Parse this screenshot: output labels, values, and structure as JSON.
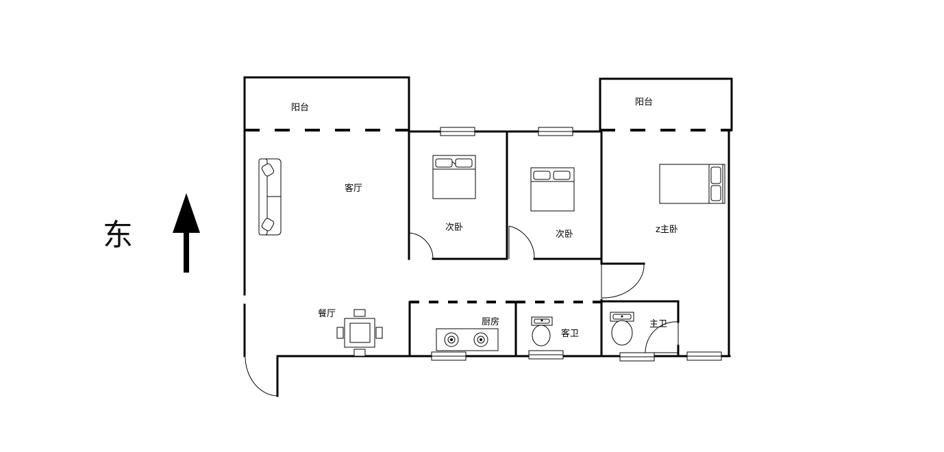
{
  "compass": {
    "direction": "东"
  },
  "rooms": {
    "balcony_left": "阳台",
    "balcony_right": "阳台",
    "living_room": "客厅",
    "bedroom_2a": "次卧",
    "bedroom_2b": "次卧",
    "master_bedroom": "z主卧",
    "dining_room": "餐厅",
    "kitchen": "厨房",
    "guest_bath": "客卫",
    "master_bath": "主卫"
  }
}
